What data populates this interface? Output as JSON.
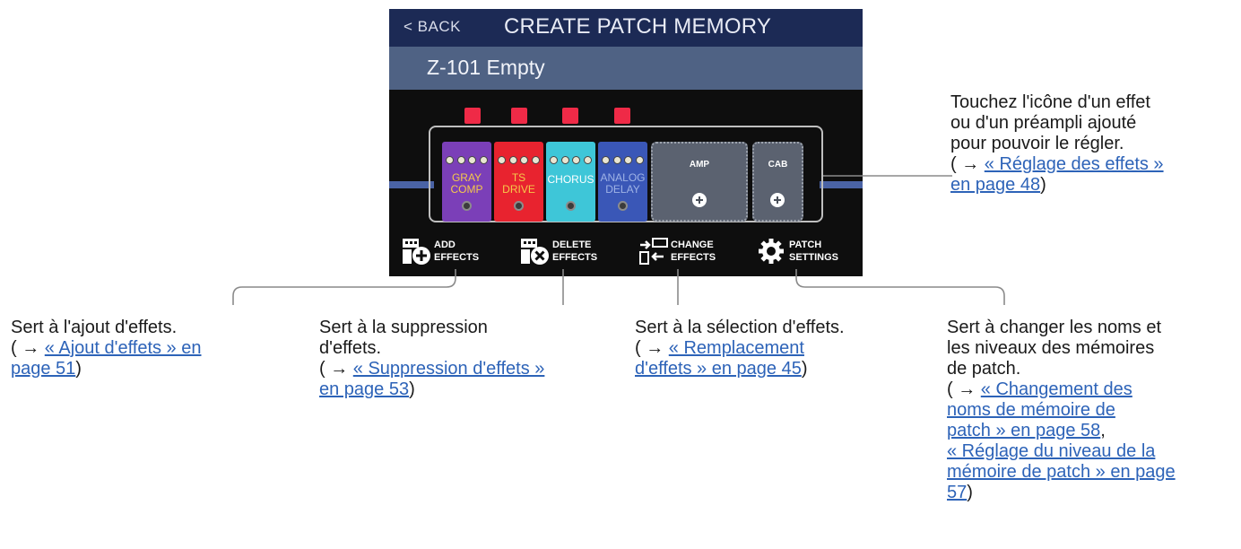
{
  "screen": {
    "back_label": "< BACK",
    "title": "CREATE PATCH MEMORY",
    "patch_name": "Z-101 Empty",
    "effects": [
      {
        "label_line1": "GRAY",
        "label_line2": "COMP",
        "color": "#7b3fb8",
        "text_color": "#f5c94a"
      },
      {
        "label_line1": "TS",
        "label_line2": "DRIVE",
        "color": "#e8232f",
        "text_color": "#f5c94a"
      },
      {
        "label_line1": "CHORUS",
        "label_line2": "",
        "color": "#3ec6d8",
        "text_color": "#ffffff"
      },
      {
        "label_line1": "ANALOG",
        "label_line2": "DELAY",
        "color": "#3a57b7",
        "text_color": "#9fb3e6"
      }
    ],
    "slots": [
      {
        "label": "AMP"
      },
      {
        "label": "CAB"
      }
    ],
    "buttons": [
      {
        "line1": "ADD",
        "line2": "EFFECTS"
      },
      {
        "line1": "DELETE",
        "line2": "EFFECTS"
      },
      {
        "line1": "CHANGE",
        "line2": "EFFECTS"
      },
      {
        "line1": "PATCH",
        "line2": "SETTINGS"
      }
    ]
  },
  "annotations": {
    "effect_icon": {
      "lines": [
        "Touchez l'icône d'un effet",
        "ou d'un préampli ajouté",
        "pour pouvoir le régler."
      ],
      "ref_prefix": "( → ",
      "ref_lines": [
        "« Réglage des effets »",
        "en page 48"
      ],
      "ref_suffix": ")"
    },
    "add": {
      "lines": [
        "Sert à l'ajout d'effets."
      ],
      "ref_prefix": "( → ",
      "ref_lines": [
        "« Ajout d'effets » en",
        "page 51"
      ],
      "ref_suffix": ")"
    },
    "delete": {
      "lines": [
        "Sert à la suppression",
        "d'effets."
      ],
      "ref_prefix": "( → ",
      "ref_lines": [
        "« Suppression d'effets »",
        "en page 53"
      ],
      "ref_suffix": ")"
    },
    "change": {
      "lines": [
        "Sert à la sélection d'effets."
      ],
      "ref_prefix": "( → ",
      "ref_lines": [
        "« Remplacement",
        "d'effets » en page 45"
      ],
      "ref_suffix": ")"
    },
    "settings": {
      "lines": [
        "Sert à changer les noms et",
        "les niveaux des mémoires",
        "de patch."
      ],
      "ref_prefix": "( → ",
      "ref_lines": [
        "« Changement des",
        "noms de mémoire de",
        "patch » en page 58",
        "« Réglage du niveau de la",
        "mémoire de patch » en page",
        "57"
      ],
      "ref_separator": ",",
      "ref_suffix": ")"
    }
  },
  "colors": {
    "header_bg": "#1c2a55",
    "patch_bar_bg": "#4f6284",
    "led": "#ef2a47",
    "link": "#2d63b8"
  }
}
